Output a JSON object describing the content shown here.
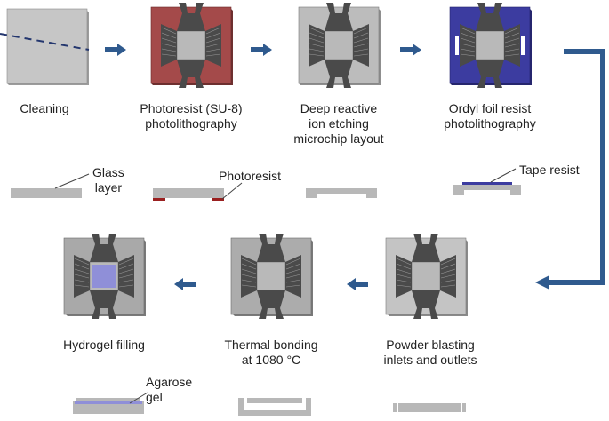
{
  "steps_top": [
    {
      "id": "cleaning",
      "label": "Cleaning"
    },
    {
      "id": "su8",
      "label_line1": "Photoresist (SU-8)",
      "label_line2": "photolithography"
    },
    {
      "id": "drie",
      "label_line1": "Deep reactive",
      "label_line2": "ion etching",
      "label_line3": "microchip layout"
    },
    {
      "id": "ordyl",
      "label_line1": "Ordyl foil resist",
      "label_line2": "photolithography"
    }
  ],
  "steps_bottom": [
    {
      "id": "hydrogel",
      "label": "Hydrogel filling"
    },
    {
      "id": "bonding",
      "label_line1": "Thermal bonding",
      "label_line2": "at 1080 °C"
    },
    {
      "id": "blasting",
      "label_line1": "Powder blasting",
      "label_line2": "inlets and outlets"
    }
  ],
  "cross_section_labels": {
    "glass_line1": "Glass",
    "glass_line2": "layer",
    "photoresist": "Photoresist",
    "tape_resist": "Tape resist",
    "agarose_line1": "Agarose",
    "agarose_line2": "gel"
  },
  "colors": {
    "arrow": "#2f5a8e",
    "glass": "#b8b8b8",
    "photoresist": "#9a2020",
    "su8_plate": "#a44a4a",
    "ordyl_plate": "#3c3ca0",
    "gel": "#8f8fd8",
    "edge": "#7a7a7a"
  }
}
